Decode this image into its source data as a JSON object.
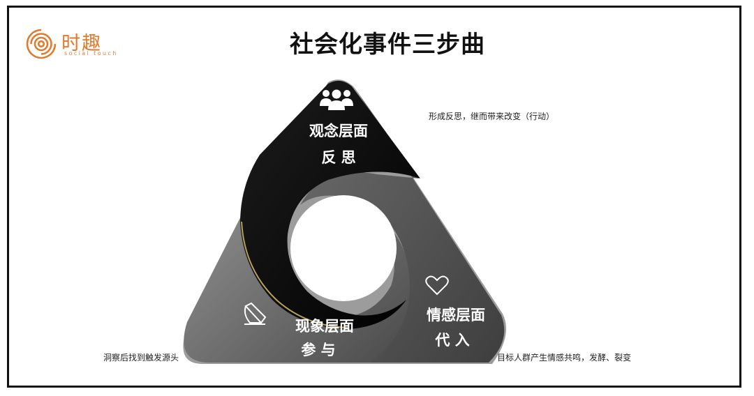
{
  "logo": {
    "name": "时趣",
    "subtitle": "social touch",
    "color": "#e07a2c"
  },
  "title": "社会化事件三步曲",
  "sections": [
    {
      "heading": "观念层面",
      "sub": "反 思",
      "icon": "people-icon",
      "note": "形成反思，继而带来改变（行动）"
    },
    {
      "heading": "情感层面",
      "sub": "代 入",
      "icon": "heart-icon",
      "note": "目标人群产生情感共鸣，发酵、裂变"
    },
    {
      "heading": "现象层面",
      "sub": "参 与",
      "icon": "megaphone-icon",
      "note": "洞察后找到触发源头"
    }
  ],
  "colors": {
    "top": "#0f0f0f",
    "right": "#5a5a5a",
    "left": "#747474",
    "accent": "#b8a15a"
  }
}
